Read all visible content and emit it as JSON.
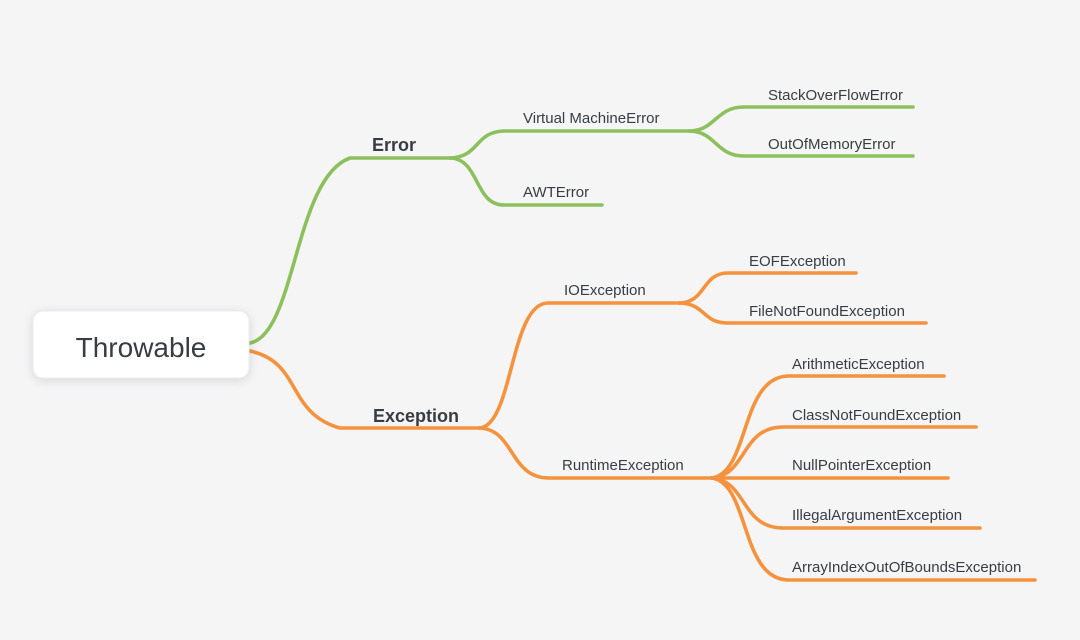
{
  "diagram": {
    "type": "mindmap",
    "background_color": "#f5f5f6",
    "text_color": "#383d43",
    "branch_colors": {
      "error_branch": "#8cc05c",
      "exception_branch": "#f5923d"
    },
    "tree": {
      "label": "Throwable",
      "children": [
        {
          "label": "Error",
          "children": [
            {
              "label": "Virtual MachineError",
              "children": [
                {
                  "label": "StackOverFlowError"
                },
                {
                  "label": "OutOfMemoryError"
                }
              ]
            },
            {
              "label": "AWTError"
            }
          ]
        },
        {
          "label": "Exception",
          "children": [
            {
              "label": "IOException",
              "children": [
                {
                  "label": "EOFException"
                },
                {
                  "label": "FileNotFoundException"
                }
              ]
            },
            {
              "label": "RuntimeException",
              "children": [
                {
                  "label": "ArithmeticException"
                },
                {
                  "label": "ClassNotFoundException"
                },
                {
                  "label": "NullPointerException"
                },
                {
                  "label": "IllegalArgumentException"
                },
                {
                  "label": "ArrayIndexOutOfBoundsException"
                }
              ]
            }
          ]
        }
      ]
    }
  }
}
